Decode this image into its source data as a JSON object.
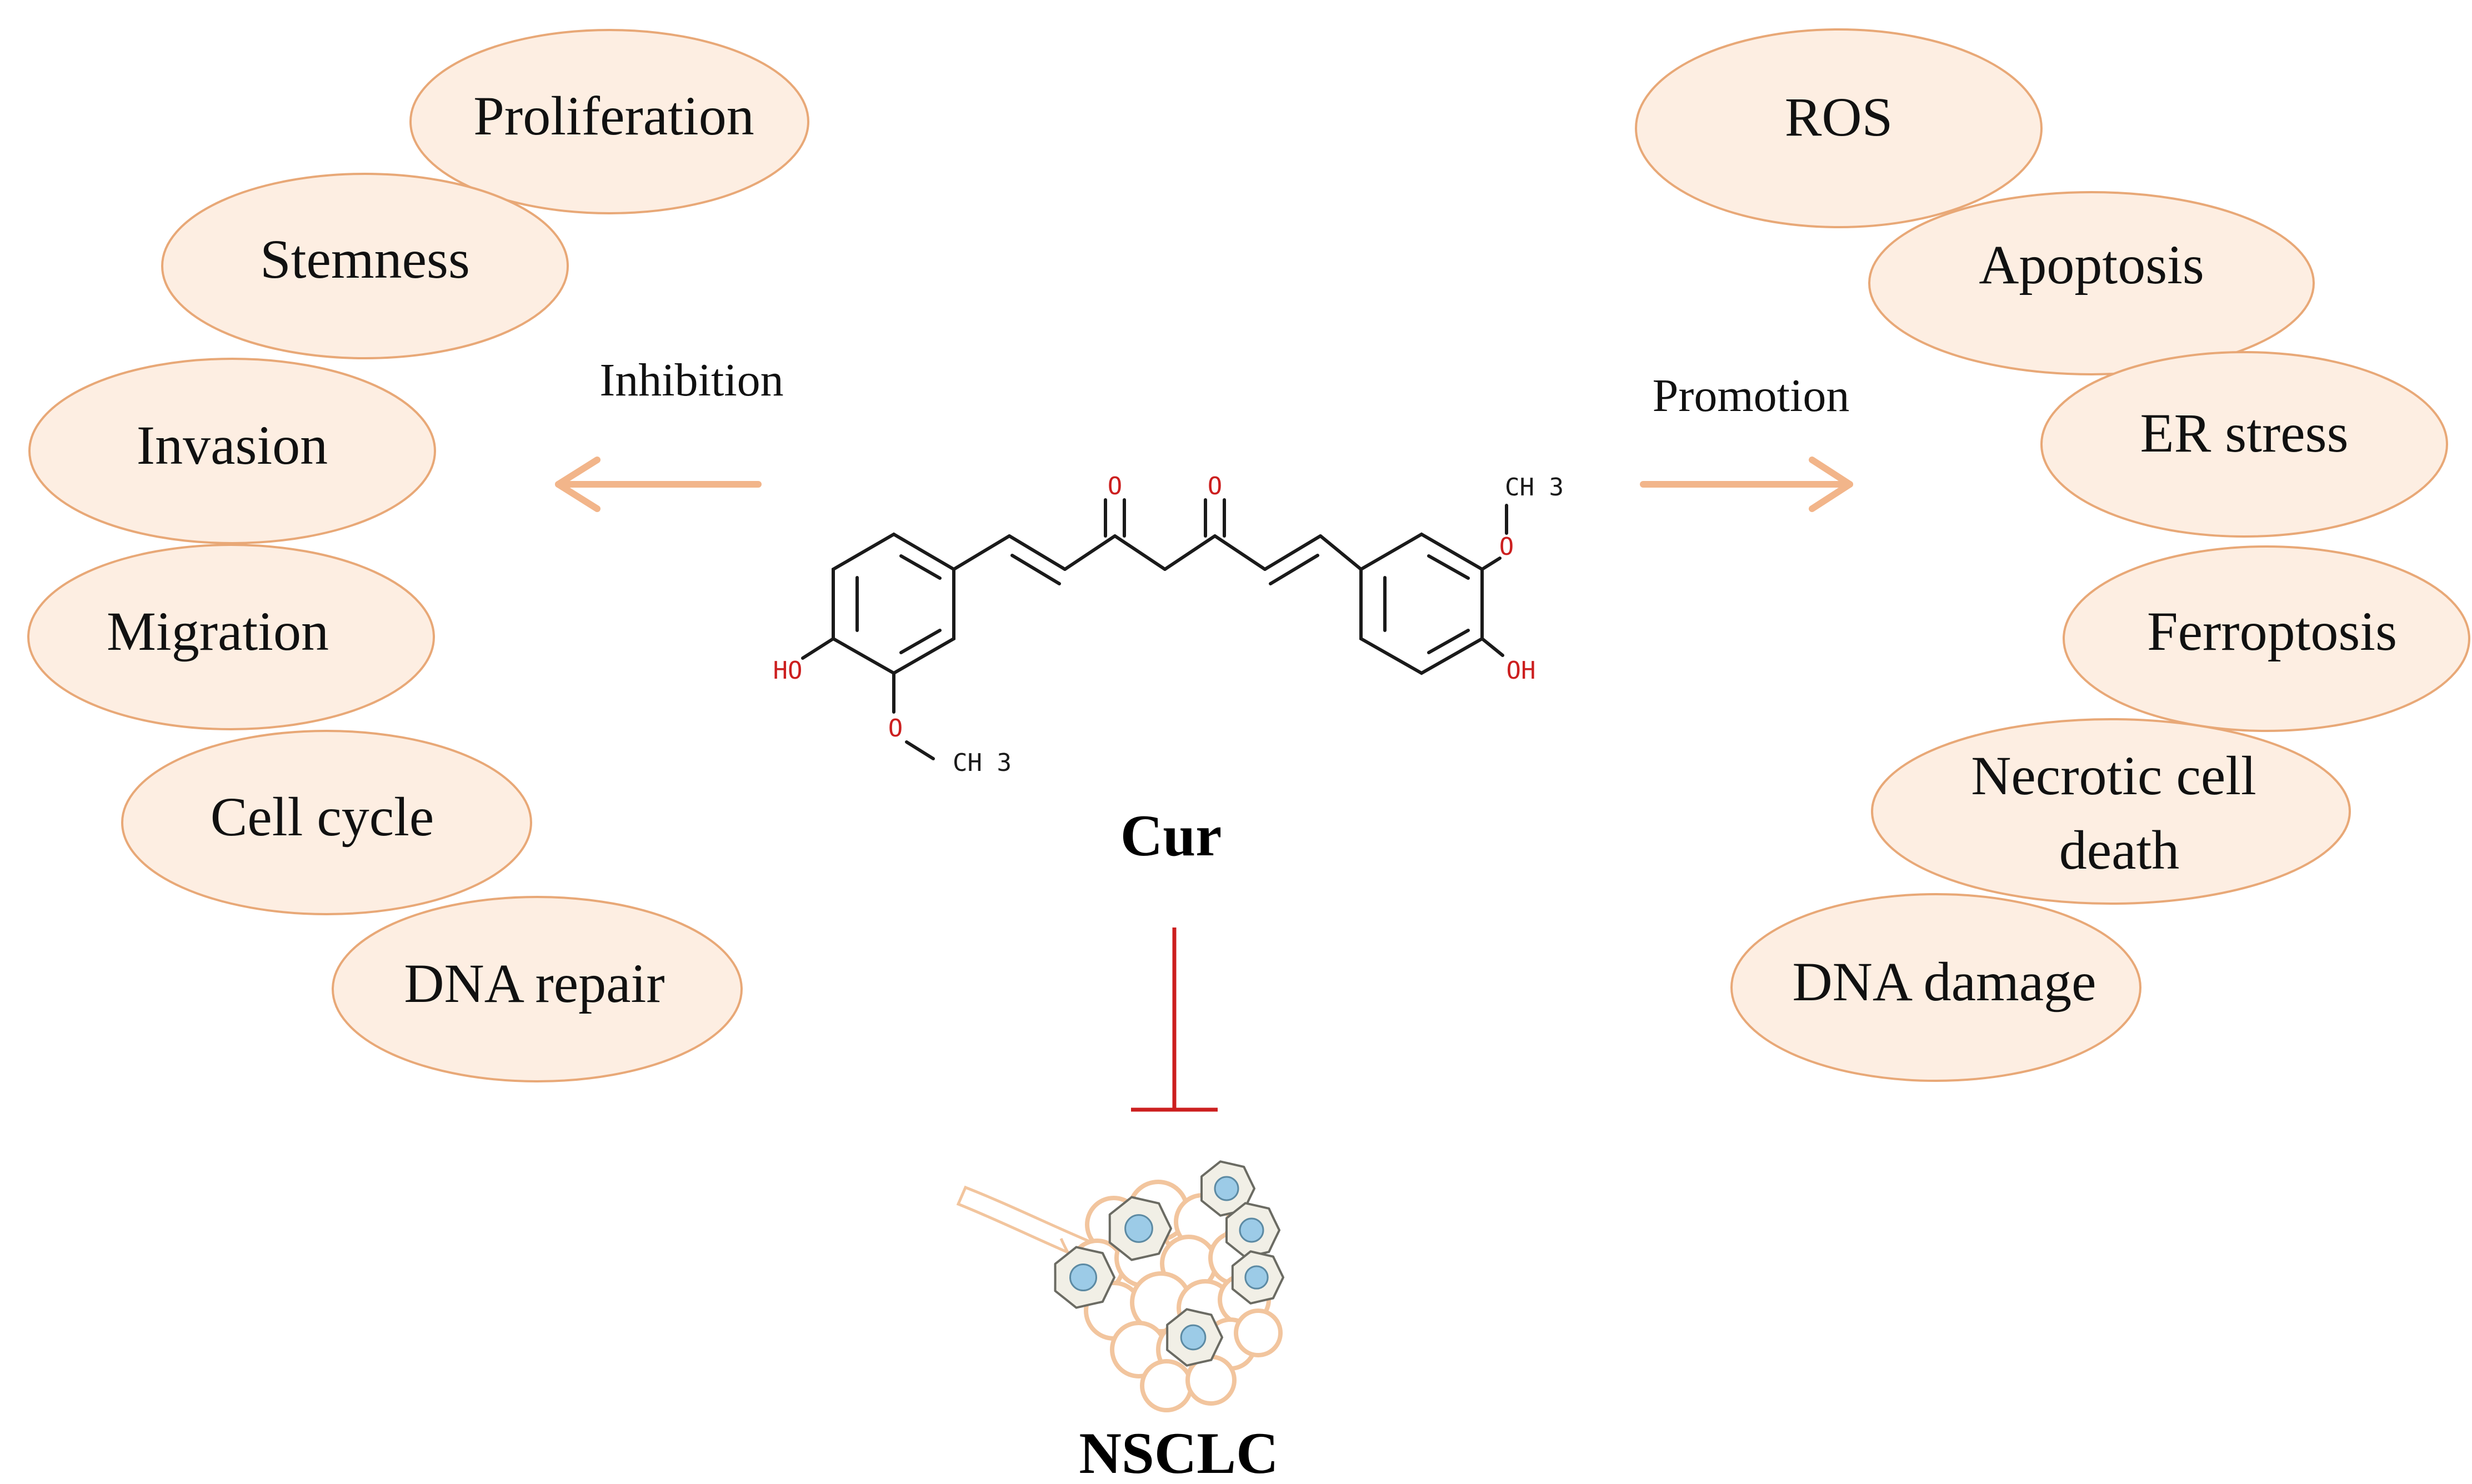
{
  "colors": {
    "ellipse_fill": "#fdeee2",
    "ellipse_stroke": "#e8a877",
    "arrow": "#f2b58a",
    "inhibit": "#cc1f1f",
    "hetero_atom": "#cc1f1f"
  },
  "labels": {
    "inhibition": "Inhibition",
    "promotion": "Promotion",
    "compound": "Cur",
    "target": "NSCLC"
  },
  "inhibited_processes": [
    {
      "label": "Proliferation"
    },
    {
      "label": "Stemness"
    },
    {
      "label": "Invasion"
    },
    {
      "label": "Migration"
    },
    {
      "label": "Cell cycle"
    },
    {
      "label": "DNA repair"
    }
  ],
  "promoted_processes": [
    {
      "label": "ROS"
    },
    {
      "label": "Apoptosis"
    },
    {
      "label": "ER stress"
    },
    {
      "label": "Ferroptosis"
    },
    {
      "label": "Necrotic cell",
      "label2": "death"
    },
    {
      "label": "DNA damage"
    }
  ],
  "molecule": {
    "atoms": {
      "o_top_left": "O",
      "o_top_right": "O",
      "ho_left": "HO",
      "oh_right": "OH",
      "o_methoxy_left": "O",
      "o_methoxy_right": "O",
      "ch3_left": "CH 3",
      "ch3_right": "CH 3"
    }
  },
  "icons": {
    "lung_cells": "alveoli-cancer-cells-icon",
    "inhibit_bar": "inhibition-t-bar-icon"
  }
}
